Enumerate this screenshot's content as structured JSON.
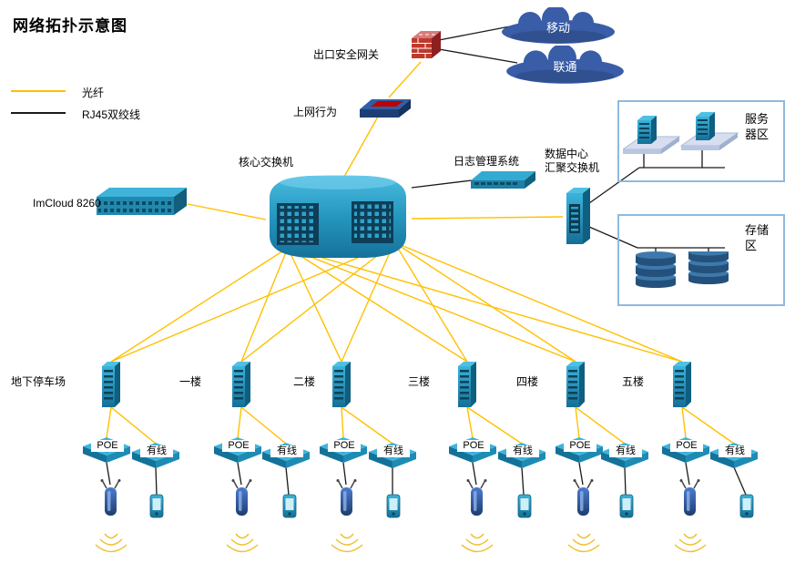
{
  "title": "网络拓扑示意图",
  "legend": {
    "fiber_label": "光纤",
    "rj45_label": "RJ45双绞线"
  },
  "clouds": [
    {
      "label": "移动"
    },
    {
      "label": "联通"
    }
  ],
  "devices": {
    "gateway_label": "出口安全网关",
    "behavior_label": "上网行为",
    "core_label": "核心交换机",
    "log_label": "日志管理系统",
    "dc_line1": "数据中心",
    "dc_line2": "汇聚交换机",
    "imcloud_label": "ImCloud 8260"
  },
  "zones": {
    "server_label": "服务器区",
    "storage_label": "存储区"
  },
  "floors": [
    {
      "label": "地下停车场",
      "poe_label": "POE",
      "wired_label": "有线"
    },
    {
      "label": "一楼",
      "poe_label": "POE",
      "wired_label": "有线"
    },
    {
      "label": "二楼",
      "poe_label": "POE",
      "wired_label": "有线"
    },
    {
      "label": "三楼",
      "poe_label": "POE",
      "wired_label": "有线"
    },
    {
      "label": "四楼",
      "poe_label": "POE",
      "wired_label": "有线"
    },
    {
      "label": "五楼",
      "poe_label": "POE",
      "wired_label": "有线"
    }
  ],
  "colors": {
    "fiber": "#FFC000",
    "rj45": "#1A1A1A",
    "device_teal": "#2596BE",
    "cloud_blue": "#3A5DA8",
    "zone_border": "#8FB9E0",
    "firewall_red": "#C0392B"
  }
}
